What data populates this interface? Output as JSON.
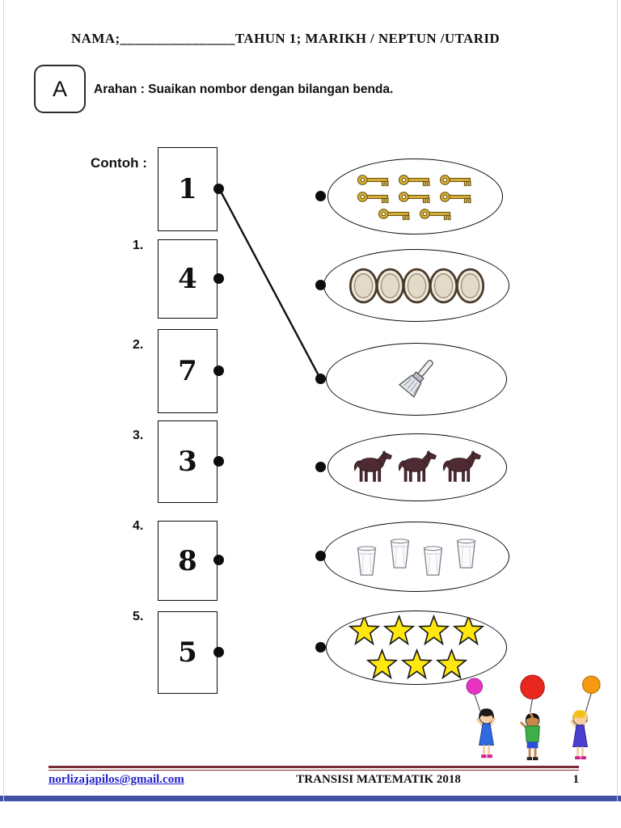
{
  "page": {
    "header": "NAMA;________________TAHUN 1; MARIKH / NEPTUN /UTARID",
    "section_label": "A",
    "instruction": "Arahan :  Suaikan nombor dengan bilangan benda.",
    "example_label": "Contoh :",
    "footer": {
      "email": "norlizajapilos@gmail.com",
      "center": "TRANSISI MATEMATIK 2018",
      "page_number": "1"
    }
  },
  "matching": {
    "numbers": [
      {
        "label": "",
        "value": "1",
        "is_example": true
      },
      {
        "label": "1.",
        "value": "4"
      },
      {
        "label": "2.",
        "value": "7"
      },
      {
        "label": "3.",
        "value": "3"
      },
      {
        "label": "4.",
        "value": "8"
      },
      {
        "label": "5.",
        "value": "5"
      }
    ],
    "objects": [
      {
        "name": "keys",
        "count": 8
      },
      {
        "name": "coins",
        "count": 5
      },
      {
        "name": "brush",
        "count": 1
      },
      {
        "name": "horses",
        "count": 3
      },
      {
        "name": "cups",
        "count": 4
      },
      {
        "name": "stars",
        "count": 7
      }
    ],
    "example_connection": {
      "from_number": "1",
      "to_object": "brush"
    }
  },
  "colors": {
    "link_blue": "#2222cc",
    "footer_rule_maroon": "#7b2b33",
    "page_border_blue": "#4053a3",
    "star_yellow": "#ffe70f",
    "key_gold": "#d9b23a",
    "horse_brown": "#4e2a33",
    "balloon_pink": "#e833c0",
    "balloon_red": "#e8281e",
    "balloon_orange": "#f59a10"
  }
}
